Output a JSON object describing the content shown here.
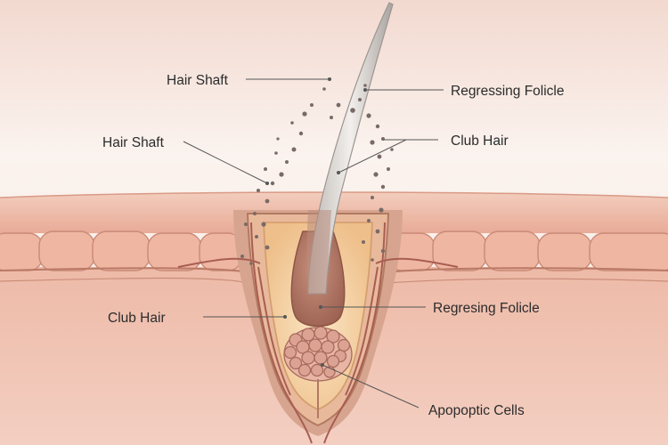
{
  "labels": {
    "hair_shaft_top": "Hair Shaft",
    "regressing_follicle_top": "Regressing Folicle",
    "hair_shaft_left": "Hair Shaft",
    "club_hair_right": "Club Hair",
    "club_hair_left": "Club Hair",
    "regressing_follicle_mid": "Regresing Folicle",
    "apoptotic_cells": "Apopoptic Cells"
  },
  "colors": {
    "background_top": "#fbf3ef",
    "skin": "#efc1ae",
    "dermis": "#efc7b8",
    "follicle_sheath": "#f4d2a6",
    "hair_shaft": "#d8d4d0",
    "bulb_cells": "#d9a08e",
    "leader_line": "#555555"
  }
}
